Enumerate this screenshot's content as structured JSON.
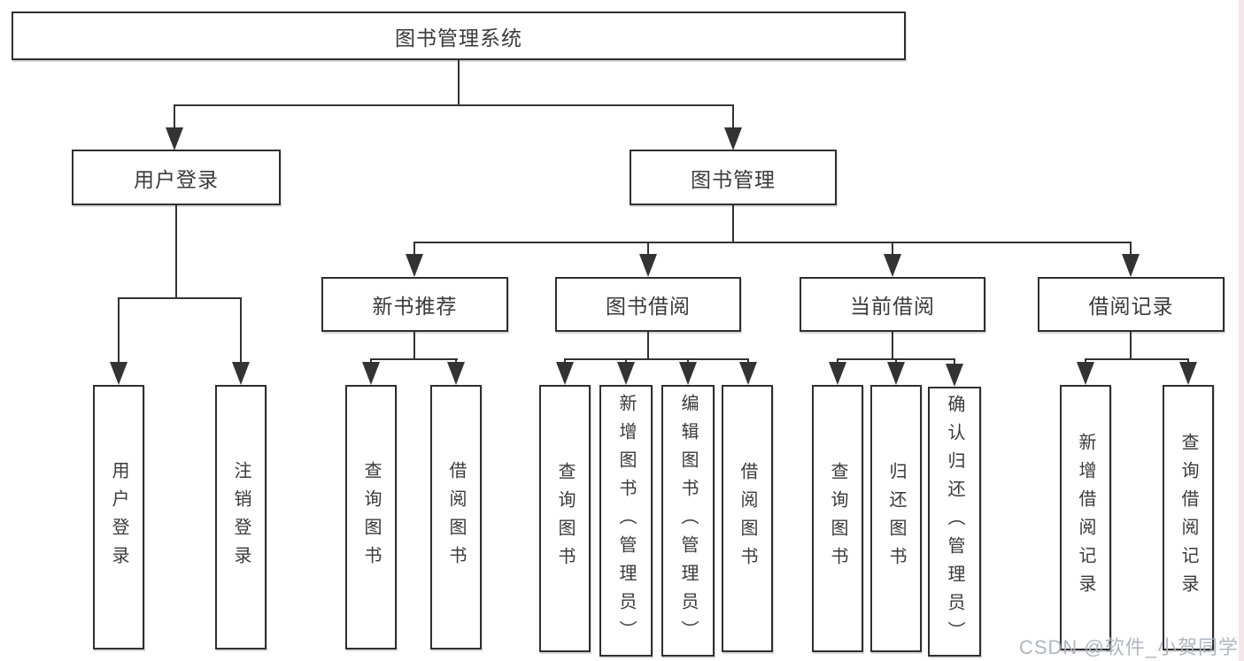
{
  "diagram": {
    "type": "hierarchy-tree",
    "orientation": "top-down"
  },
  "tree": {
    "root": {
      "label": "图书管理系统",
      "children": [
        {
          "label": "用户登录",
          "children": [
            {
              "label": "用户登录"
            },
            {
              "label": "注销登录"
            }
          ]
        },
        {
          "label": "图书管理",
          "children": [
            {
              "label": "新书推荐",
              "children": [
                {
                  "label": "查询图书"
                },
                {
                  "label": "借阅图书"
                }
              ]
            },
            {
              "label": "图书借阅",
              "children": [
                {
                  "label": "查询图书"
                },
                {
                  "label": "新增图书（管理员）"
                },
                {
                  "label": "编辑图书（管理员）"
                },
                {
                  "label": "借阅图书"
                }
              ]
            },
            {
              "label": "当前借阅",
              "children": [
                {
                  "label": "查询图书"
                },
                {
                  "label": "归还图书"
                },
                {
                  "label": "确认归还（管理员）"
                }
              ]
            },
            {
              "label": "借阅记录",
              "children": [
                {
                  "label": "新增借阅记录"
                },
                {
                  "label": "查询借阅记录"
                }
              ]
            }
          ]
        }
      ]
    }
  },
  "watermark": {
    "text": "CSDN @软件_小贺同学"
  },
  "colors": {
    "background": "#ffffff",
    "line": "#333333",
    "box_border": "#2f2f2f",
    "text": "#3a3a3a",
    "watermark": "#abb2bb",
    "right_edge_strip": "#f7e5ea"
  }
}
